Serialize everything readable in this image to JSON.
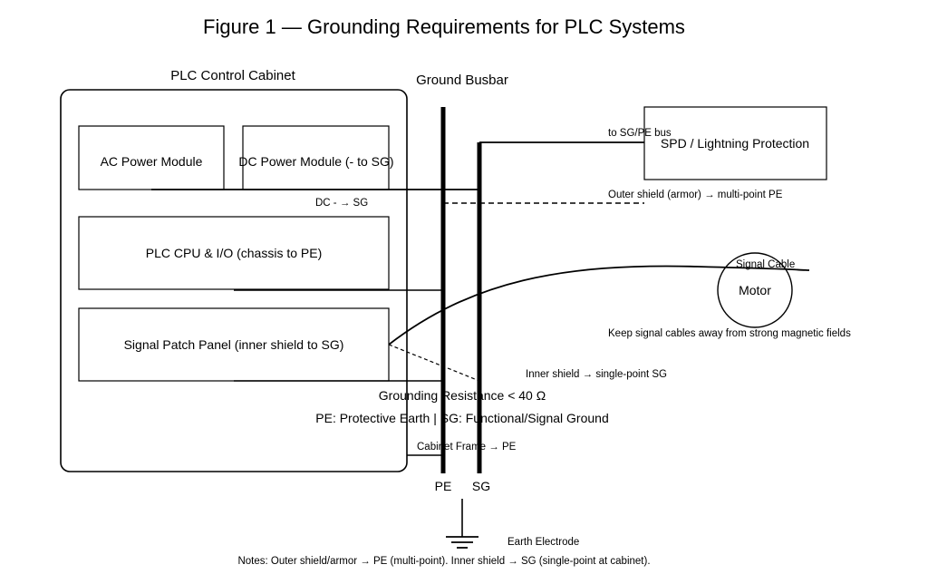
{
  "title": "Figure 1 — Grounding Requirements for PLC Systems",
  "cabinet": {
    "label": "PLC Control Cabinet",
    "ac_power": "AC Power Module",
    "dc_power": "DC Power Module (- to SG)",
    "cpu": "PLC CPU & I/O (chassis to PE)",
    "patch_panel": "Signal Patch Panel (inner shield to SG)"
  },
  "busbar": {
    "label": "Ground Busbar",
    "pe_label": "PE",
    "sg_label": "SG"
  },
  "spd": {
    "label": "SPD / Lightning Protection",
    "bus_label": "to SG/PE bus"
  },
  "motor": {
    "label": "Motor",
    "cable_label": "Signal Cable",
    "warning": "Keep signal cables away from strong magnetic fields"
  },
  "annotations": {
    "dc_sg": "DC - → SG",
    "outer_shield": "Outer shield (armor) → multi-point PE",
    "inner_shield": "Inner shield → single-point SG",
    "resistance": "Grounding Resistance < 40 Ω",
    "pe_sg_legend": "PE: Protective Earth | SG: Functional/Signal Ground",
    "cabinet_frame": "Cabinet Frame → PE",
    "earth_electrode": "Earth Electrode"
  },
  "notes": "Notes: Outer shield/armor → PE (multi-point). Inner shield → SG (single-point at cabinet)."
}
